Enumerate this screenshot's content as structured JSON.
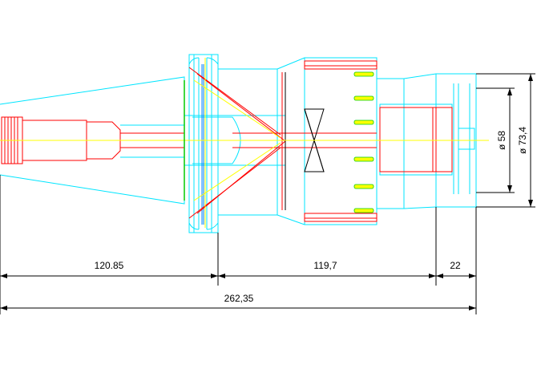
{
  "dimensions": {
    "length_left": "120.85",
    "length_middle": "119,7",
    "length_right": "22",
    "length_total": "262,35",
    "diameter_inner": "ø 58",
    "diameter_outer": "ø 73,4"
  },
  "colors": {
    "background": "#ffffff",
    "outline": "#00e5ff",
    "detail": "#ff0000",
    "centerline": "#ffff00",
    "accent": "#00cc00",
    "dimension": "#000000"
  }
}
